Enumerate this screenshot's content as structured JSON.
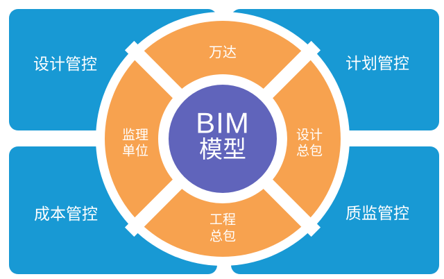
{
  "title": "BIM model management diagram",
  "colors": {
    "background": "#FFFFFF",
    "panel_blue": "#1899D4",
    "ring_orange": "#F7A24F",
    "center_purple": "#6064BB",
    "divider_white": "#FFFFFF",
    "text_white": "#FFFFFF"
  },
  "panels": [
    {
      "id": "design",
      "label": "设计管控",
      "position": "top-left"
    },
    {
      "id": "plan",
      "label": "计划管控",
      "position": "top-right"
    },
    {
      "id": "cost",
      "label": "成本管控",
      "position": "bottom-left"
    },
    {
      "id": "quality",
      "label": "质监管控",
      "position": "bottom-right"
    }
  ],
  "ring": {
    "segments": [
      {
        "id": "owner",
        "position": "top",
        "lines": [
          "万达"
        ]
      },
      {
        "id": "supervision",
        "position": "left",
        "lines": [
          "监理",
          "单位"
        ]
      },
      {
        "id": "design-epc",
        "position": "right",
        "lines": [
          "设计",
          "总包"
        ]
      },
      {
        "id": "eng-epc",
        "position": "bottom",
        "lines": [
          "工程",
          "总包"
        ]
      }
    ]
  },
  "center": {
    "lines": [
      "BIM",
      "模型"
    ]
  }
}
